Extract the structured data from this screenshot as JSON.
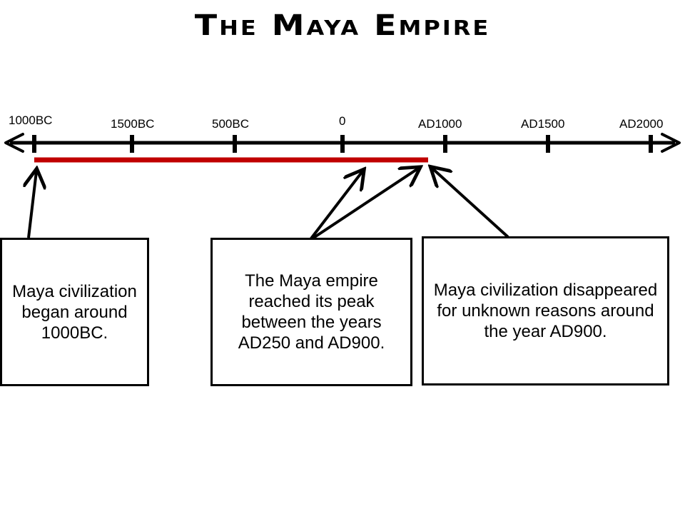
{
  "title": "The Maya Empire",
  "timeline": {
    "labels": [
      "1000BC",
      "1500BC",
      "500BC",
      "0",
      "AD1000",
      "AD1500",
      "AD2000"
    ]
  },
  "notes": {
    "begin": "Maya civilization began around 1000BC.",
    "peak": "The Maya empire reached its peak between the years AD250 and AD900.",
    "disappear": "Maya civilization disappeared for unknown reasons around the year AD900."
  },
  "colors": {
    "axis": "#000000",
    "span": "#c00000",
    "box_border": "#000000"
  }
}
